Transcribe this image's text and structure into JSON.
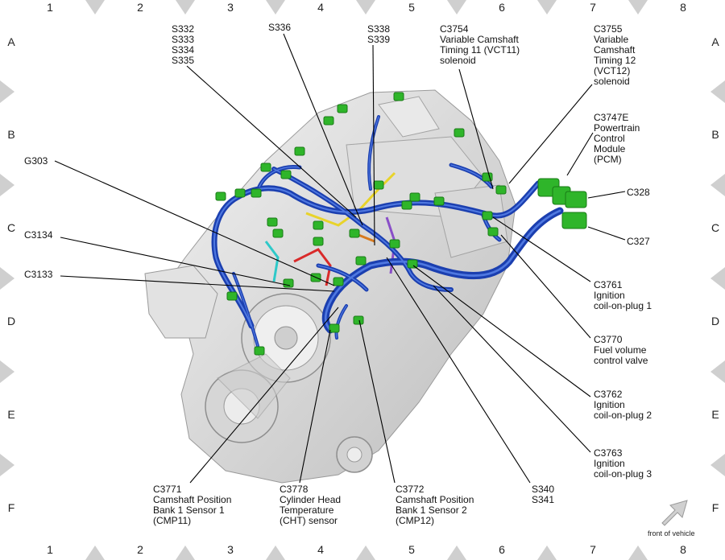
{
  "grid": {
    "columns": [
      "1",
      "2",
      "3",
      "4",
      "5",
      "6",
      "7",
      "8"
    ],
    "rows": [
      "A",
      "B",
      "C",
      "D",
      "E",
      "F"
    ]
  },
  "callouts": [
    {
      "id": "s332-s335",
      "lines": [
        "S332",
        "S333",
        "S334",
        "S335"
      ]
    },
    {
      "id": "s336",
      "lines": [
        "S336"
      ]
    },
    {
      "id": "s338-s339",
      "lines": [
        "S338",
        "S339"
      ]
    },
    {
      "id": "c3754",
      "lines": [
        "C3754",
        "Variable Camshaft",
        "Timing 11 (VCT11)",
        "solenoid"
      ]
    },
    {
      "id": "c3755",
      "lines": [
        "C3755",
        "Variable",
        "Camshaft",
        "Timing 12",
        "(VCT12)",
        "solenoid"
      ]
    },
    {
      "id": "c3747e",
      "lines": [
        "C3747E",
        "Powertrain",
        "Control",
        "Module",
        "(PCM)"
      ]
    },
    {
      "id": "c328",
      "lines": [
        "C328"
      ]
    },
    {
      "id": "c327",
      "lines": [
        "C327"
      ]
    },
    {
      "id": "g303",
      "lines": [
        "G303"
      ]
    },
    {
      "id": "c3134",
      "lines": [
        "C3134"
      ]
    },
    {
      "id": "c3133",
      "lines": [
        "C3133"
      ]
    },
    {
      "id": "c3761",
      "lines": [
        "C3761",
        "Ignition",
        "coil-on-plug 1"
      ]
    },
    {
      "id": "c3770",
      "lines": [
        "C3770",
        "Fuel volume",
        "control valve"
      ]
    },
    {
      "id": "c3762",
      "lines": [
        "C3762",
        "Ignition",
        "coil-on-plug 2"
      ]
    },
    {
      "id": "c3763",
      "lines": [
        "C3763",
        "Ignition",
        "coil-on-plug 3"
      ]
    },
    {
      "id": "c3771",
      "lines": [
        "C3771",
        "Camshaft Position",
        "Bank 1 Sensor 1",
        "(CMP11)"
      ]
    },
    {
      "id": "c3778",
      "lines": [
        "C3778",
        "Cylinder Head",
        "Temperature",
        "(CHT) sensor"
      ]
    },
    {
      "id": "c3772",
      "lines": [
        "C3772",
        "Camshaft Position",
        "Bank 1 Sensor 2",
        "(CMP12)"
      ]
    },
    {
      "id": "s340-s341",
      "lines": [
        "S340",
        "S341"
      ]
    }
  ],
  "front_of_vehicle": "front of vehicle",
  "colors": {
    "harness": "#1b3fb0",
    "harness_light": "#4f78e0",
    "connector": "#2fb52a",
    "connector_dark": "#197a16",
    "engine": "#e6e6e6",
    "engine_shade": "#c9c9c9",
    "grid_marker": "#cfcfcf"
  }
}
